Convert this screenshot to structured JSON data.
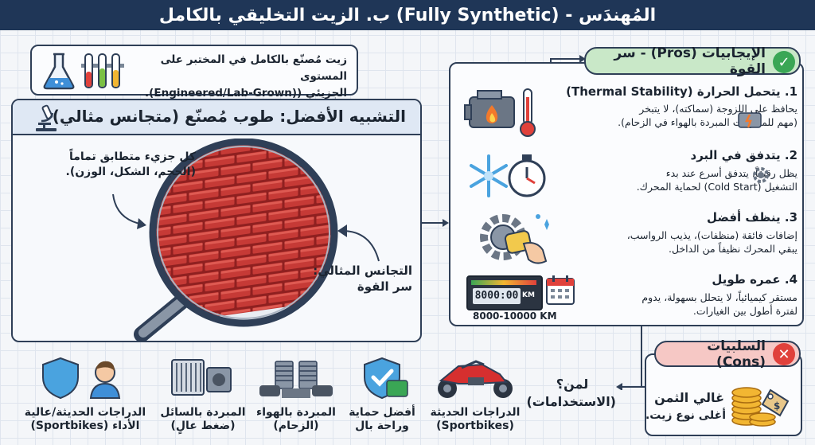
{
  "title": "ب. الزيت التخليقي بالكامل (Fully Synthetic) - المُهندَس",
  "definition": {
    "line1": "زيت مُصنّع بالكامل في المختبر على المستوى",
    "line2": "الجزيئي ((Engineered/Lab-Grown)."
  },
  "analogy": {
    "title": "التشبيه الأفضل: طوب مُصنّع (متجانس مثالي)",
    "note1_line1": "كل جزيء متطابق تماماً",
    "note1_line2": "(الحجم، الشكل، الوزن).",
    "note2_line1": "التجانس المثالي:",
    "note2_line2": "سر القوة"
  },
  "pros": {
    "header": "الإيجابيات (Pros) - سر القوة",
    "items": [
      {
        "title": "1. يتحمل الحرارة (Thermal Stability)",
        "line1": "يحافظ على اللزوجة (سماكته)، لا يتبخر",
        "line2": "(مهم للمحركات المبردة بالهواء في الزحام)."
      },
      {
        "title": "2. يتدفق في البرد",
        "line1": "يظل رقيقاً، يتدفق أسرع عند بدء",
        "line2": "التشغيل (Cold Start) لحماية المحرك."
      },
      {
        "title": "3. ينظف أفضل",
        "line1": "إضافات فائقة (منظفات)، يذيب الرواسب،",
        "line2": "يبقي المحرك نظيفاً من الداخل."
      },
      {
        "title": "4. عمره طويل",
        "line1": "مستقر كيميائياً، لا يتحلل بسهولة، يدوم",
        "line2": "لفترة أطول بين الغيارات."
      }
    ],
    "odometer_value": "8000:00",
    "odometer_unit": "KM",
    "mileage_caption": "8000-10000 KM"
  },
  "cons": {
    "header": "السلبيات (Cons)",
    "item_title": "غالي الثمن",
    "item_text": "أغلى نوع زيت."
  },
  "uses": {
    "question_line1": "لمن؟",
    "question_line2": "(الاستخدامات)",
    "items": [
      {
        "line1": "الدراجات الحديثة",
        "line2": "(Sportbikes)"
      },
      {
        "line1": "أفضل حماية",
        "line2": "وراحة بال"
      },
      {
        "line1": "المبردة بالهواء",
        "line2": "(الزحام)"
      },
      {
        "line1": "المبردة بالسائل",
        "line2": "(ضغط عالٍ)"
      },
      {
        "line1": "الدراجات الحديثة/عالية",
        "line2": "الأداء (Sportbikes)"
      }
    ]
  },
  "colors": {
    "navy": "#1f3657",
    "pros_green": "#3aa655",
    "cons_red": "#e0413b",
    "brick": "#c63a36"
  }
}
